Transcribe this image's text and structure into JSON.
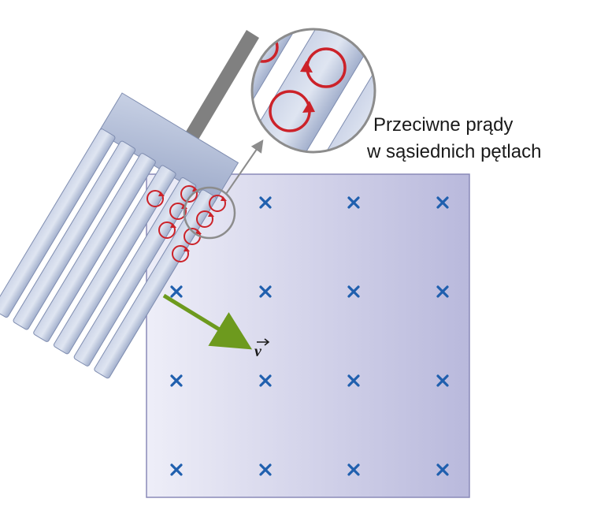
{
  "annotation": {
    "line1": "Przeciwne prądy",
    "line2": "w sąsiednich pętlach"
  },
  "velocity_label": "v",
  "field": {
    "direction": "into-page",
    "marker_glyph": "×",
    "rows": 4,
    "cols": 4
  },
  "colors": {
    "field_region_left": "#eeeef8",
    "field_region_right": "#b9b9dc",
    "field_marker": "#1f5fae",
    "conductor": "#b7c2da",
    "conductor_edge": "#7f8db0",
    "handle": "#808080",
    "eddy_current": "#cc2229",
    "velocity_arrow": "#6d9a1e",
    "pointer": "#8c8c8c"
  },
  "icons": {
    "eddy_current": "circular-arrow-icon",
    "field_marker": "cross-icon"
  }
}
